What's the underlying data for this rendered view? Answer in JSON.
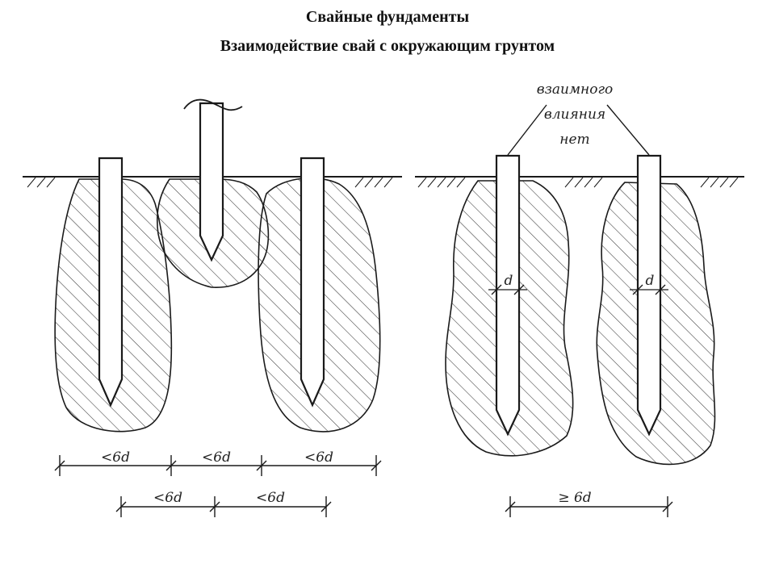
{
  "header": {
    "title": "Свайные фундаменты",
    "subtitle": "Взаимодействие свай с окружающим грунтом"
  },
  "left_diagram": {
    "dimensions_top": [
      "<6d",
      "<6d",
      "<6d"
    ],
    "dimensions_bottom": [
      "<6d",
      "<6d"
    ]
  },
  "right_diagram": {
    "annotation_lines": [
      "взаимного",
      "влияния",
      "нет"
    ],
    "pile_width_labels": [
      "d",
      "d"
    ],
    "spacing_label": "≥ 6d"
  },
  "colors": {
    "line": "#1a1a1a",
    "hatch": "#3a3a3a",
    "background": "#ffffff"
  }
}
